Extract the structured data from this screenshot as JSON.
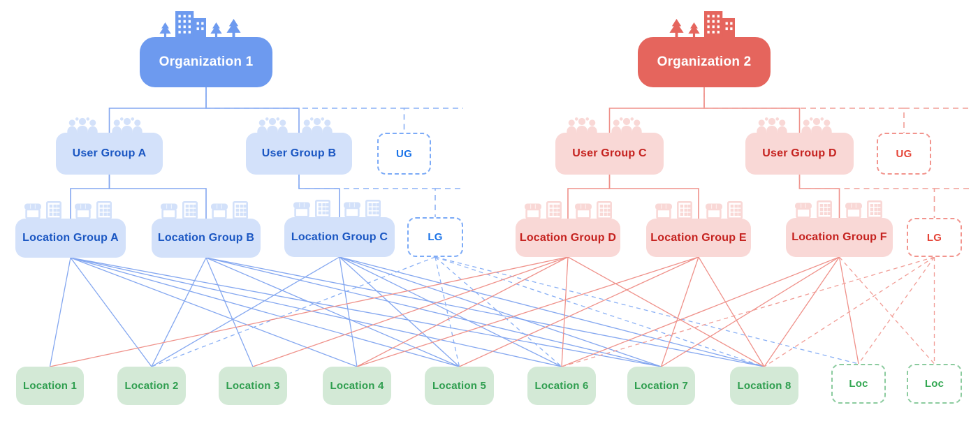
{
  "diagram": {
    "colors": {
      "org_blue": "#6d9aef",
      "blue_light": "#d3e1fa",
      "blue_text": "#1a56c2",
      "blue_bright": "#1a73e8",
      "org_red": "#e5655d",
      "red_light": "#f9d8d6",
      "red_text": "#c5221f",
      "red_bright": "#e54437",
      "green_light": "#d3e9d6",
      "green_text": "#2f9e4f",
      "green_bright": "#34a853",
      "blue_line": "#84a7f0",
      "blue_dash_line": "#8ab0f5",
      "red_line": "#ef918a",
      "red_dash_line": "#f19d96"
    },
    "nodes": {
      "org1": {
        "label": "Organization 1"
      },
      "org2": {
        "label": "Organization 2"
      },
      "ugA": {
        "label": "User Group A"
      },
      "ugB": {
        "label": "User Group B"
      },
      "ugDashedBlue": {
        "label": "UG"
      },
      "ugC": {
        "label": "User Group C"
      },
      "ugD": {
        "label": "User Group D"
      },
      "ugDashedRed": {
        "label": "UG"
      },
      "lgA": {
        "label": "Location Group A"
      },
      "lgB": {
        "label": "Location Group B"
      },
      "lgC": {
        "label": "Location Group C"
      },
      "lgDashedBlue": {
        "label": "LG"
      },
      "lgD": {
        "label": "Location Group D"
      },
      "lgE": {
        "label": "Location Group E"
      },
      "lgF": {
        "label": "Location Group F"
      },
      "lgDashedRed": {
        "label": "LG"
      },
      "loc1": {
        "label": "Location 1"
      },
      "loc2": {
        "label": "Location 2"
      },
      "loc3": {
        "label": "Location 3"
      },
      "loc4": {
        "label": "Location 4"
      },
      "loc5": {
        "label": "Location 5"
      },
      "loc6": {
        "label": "Location 6"
      },
      "loc7": {
        "label": "Location 7"
      },
      "loc8": {
        "label": "Location 8"
      },
      "locDashed1": {
        "label": "Loc"
      },
      "locDashed2": {
        "label": "Loc"
      }
    },
    "edges": [
      {
        "from": "org1",
        "to": "ugA",
        "kind": "tree",
        "style": "solid"
      },
      {
        "from": "org1",
        "to": "ugB",
        "kind": "tree",
        "style": "solid"
      },
      {
        "from": "org1",
        "to": "ugDashedBlue",
        "kind": "tree",
        "style": "dashed"
      },
      {
        "from": "org2",
        "to": "ugC",
        "kind": "tree",
        "style": "solid"
      },
      {
        "from": "org2",
        "to": "ugD",
        "kind": "tree",
        "style": "solid"
      },
      {
        "from": "org2",
        "to": "ugDashedRed",
        "kind": "tree",
        "style": "dashed"
      },
      {
        "from": "ugA",
        "to": "lgA",
        "kind": "tree",
        "style": "solid"
      },
      {
        "from": "ugA",
        "to": "lgB",
        "kind": "tree",
        "style": "solid"
      },
      {
        "from": "ugB",
        "to": "lgC",
        "kind": "tree",
        "style": "solid"
      },
      {
        "from": "ugB",
        "to": "lgDashedBlue",
        "kind": "tree",
        "style": "dashed"
      },
      {
        "from": "ugC",
        "to": "lgD",
        "kind": "tree",
        "style": "solid"
      },
      {
        "from": "ugC",
        "to": "lgE",
        "kind": "tree",
        "style": "solid"
      },
      {
        "from": "ugD",
        "to": "lgF",
        "kind": "tree",
        "style": "solid"
      },
      {
        "from": "ugD",
        "to": "lgDashedRed",
        "kind": "tree",
        "style": "dashed"
      },
      {
        "from": "lgA",
        "to": "loc1",
        "kind": "link",
        "style": "solid"
      },
      {
        "from": "lgA",
        "to": "loc2",
        "kind": "link",
        "style": "solid"
      },
      {
        "from": "lgA",
        "to": "loc4",
        "kind": "link",
        "style": "solid"
      },
      {
        "from": "lgA",
        "to": "loc5",
        "kind": "link",
        "style": "solid"
      },
      {
        "from": "lgA",
        "to": "loc6",
        "kind": "link",
        "style": "solid"
      },
      {
        "from": "lgA",
        "to": "loc7",
        "kind": "link",
        "style": "solid"
      },
      {
        "from": "lgB",
        "to": "loc2",
        "kind": "link",
        "style": "solid"
      },
      {
        "from": "lgB",
        "to": "loc3",
        "kind": "link",
        "style": "solid"
      },
      {
        "from": "lgB",
        "to": "loc5",
        "kind": "link",
        "style": "solid"
      },
      {
        "from": "lgB",
        "to": "loc7",
        "kind": "link",
        "style": "solid"
      },
      {
        "from": "lgB",
        "to": "loc8",
        "kind": "link",
        "style": "solid"
      },
      {
        "from": "lgC",
        "to": "loc2",
        "kind": "link",
        "style": "solid"
      },
      {
        "from": "lgC",
        "to": "loc4",
        "kind": "link",
        "style": "solid"
      },
      {
        "from": "lgC",
        "to": "loc5",
        "kind": "link",
        "style": "solid"
      },
      {
        "from": "lgC",
        "to": "loc6",
        "kind": "link",
        "style": "solid"
      },
      {
        "from": "lgC",
        "to": "loc7",
        "kind": "link",
        "style": "solid"
      },
      {
        "from": "lgC",
        "to": "loc8",
        "kind": "link",
        "style": "solid"
      },
      {
        "from": "lgDashedBlue",
        "to": "loc2",
        "kind": "link",
        "style": "dashed"
      },
      {
        "from": "lgDashedBlue",
        "to": "loc5",
        "kind": "link",
        "style": "dashed"
      },
      {
        "from": "lgDashedBlue",
        "to": "loc6",
        "kind": "link",
        "style": "dashed"
      },
      {
        "from": "lgDashedBlue",
        "to": "loc8",
        "kind": "link",
        "style": "dashed"
      },
      {
        "from": "lgDashedBlue",
        "to": "locDashed1",
        "kind": "link",
        "style": "dashed"
      },
      {
        "from": "lgD",
        "to": "loc1",
        "kind": "link",
        "style": "solid"
      },
      {
        "from": "lgD",
        "to": "loc3",
        "kind": "link",
        "style": "solid"
      },
      {
        "from": "lgD",
        "to": "loc4",
        "kind": "link",
        "style": "solid"
      },
      {
        "from": "lgD",
        "to": "loc6",
        "kind": "link",
        "style": "solid"
      },
      {
        "from": "lgD",
        "to": "loc8",
        "kind": "link",
        "style": "solid"
      },
      {
        "from": "lgE",
        "to": "loc4",
        "kind": "link",
        "style": "solid"
      },
      {
        "from": "lgE",
        "to": "loc5",
        "kind": "link",
        "style": "solid"
      },
      {
        "from": "lgE",
        "to": "loc7",
        "kind": "link",
        "style": "solid"
      },
      {
        "from": "lgE",
        "to": "loc8",
        "kind": "link",
        "style": "solid"
      },
      {
        "from": "lgF",
        "to": "loc6",
        "kind": "link",
        "style": "solid"
      },
      {
        "from": "lgF",
        "to": "loc7",
        "kind": "link",
        "style": "solid"
      },
      {
        "from": "lgF",
        "to": "loc8",
        "kind": "link",
        "style": "solid"
      },
      {
        "from": "lgF",
        "to": "locDashed1",
        "kind": "link",
        "style": "solid"
      },
      {
        "from": "lgF",
        "to": "locDashed2",
        "kind": "link",
        "style": "dashed"
      },
      {
        "from": "lgDashedRed",
        "to": "loc6",
        "kind": "link",
        "style": "dashed"
      },
      {
        "from": "lgDashedRed",
        "to": "loc8",
        "kind": "link",
        "style": "dashed"
      },
      {
        "from": "lgDashedRed",
        "to": "locDashed1",
        "kind": "link",
        "style": "dashed"
      },
      {
        "from": "lgDashedRed",
        "to": "locDashed2",
        "kind": "link",
        "style": "dashed"
      }
    ]
  }
}
